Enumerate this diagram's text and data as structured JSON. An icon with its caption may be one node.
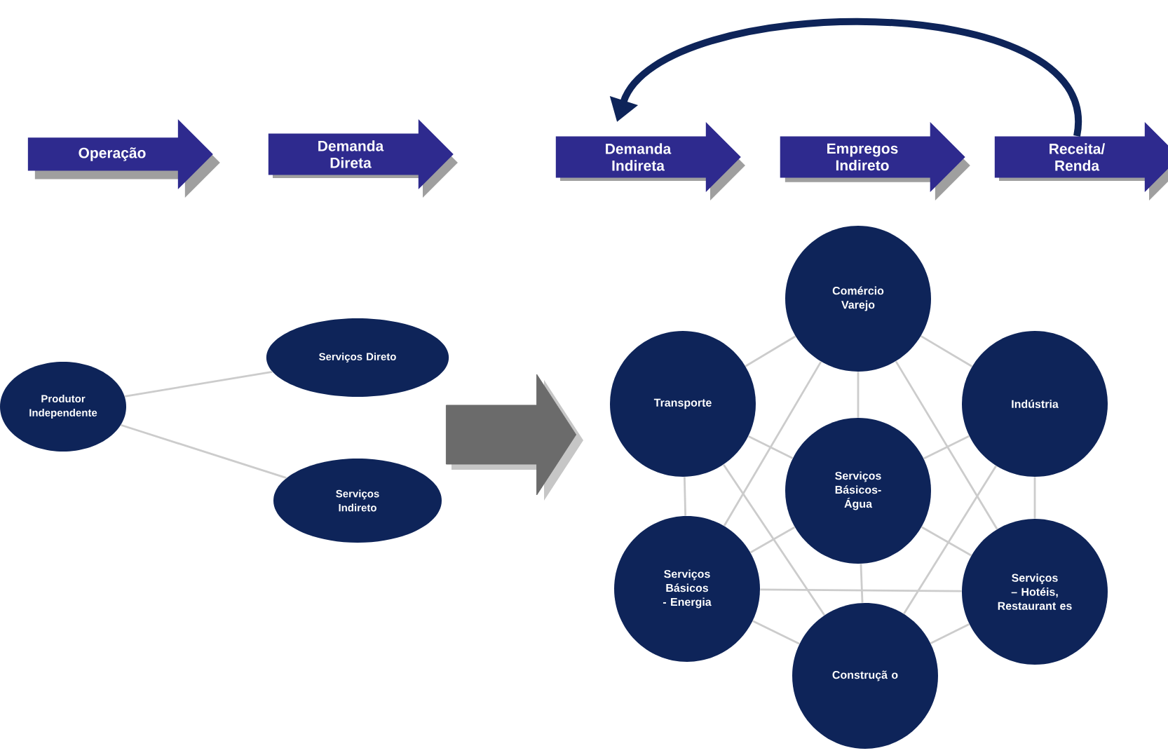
{
  "diagram": {
    "nodes": [
      {
        "text": [
          "Operação"
        ]
      },
      {
        "text": [
          "Demanda Direta"
        ]
      },
      {
        "text": [
          "Demanda Indireta"
        ]
      },
      {
        "text": [
          "Empregos Indireto"
        ]
      },
      {
        "text": [
          "Receita/ Renda"
        ]
      },
      {
        "text": [
          "Produtor Independente"
        ]
      },
      {
        "text": [
          "Serviços Direto"
        ]
      },
      {
        "text": [
          "Serviços Indireto"
        ]
      },
      {
        "text": [
          "Comércio Varejo"
        ]
      },
      {
        "text": [
          "Transporte"
        ]
      },
      {
        "text": [
          "Indústria"
        ]
      },
      {
        "text": [
          "Serviços Básicos- Água"
        ]
      },
      {
        "text": [
          "Serviços Básicos - Energia"
        ]
      },
      {
        "text": [
          "Serviços – Hotéis, Restaurant es"
        ]
      },
      {
        "text": [
          "Construçã o"
        ]
      }
    ],
    "edges": [
      {
        "from": 4,
        "to": 2,
        "arrow": "to",
        "style": "thick",
        "color": "#0e2459"
      },
      {
        "from": 7,
        "to": 9,
        "arrow": "to",
        "style": "thick",
        "color": "#6b6b6b"
      },
      {
        "from": 5,
        "to": 6,
        "arrow": "none"
      },
      {
        "from": 5,
        "to": 7,
        "arrow": "none"
      },
      {
        "from": 8,
        "to": 9,
        "arrow": "none"
      },
      {
        "from": 8,
        "to": 10,
        "arrow": "none"
      },
      {
        "from": 8,
        "to": 11,
        "arrow": "none"
      },
      {
        "from": 8,
        "to": 12,
        "arrow": "none"
      },
      {
        "from": 8,
        "to": 13,
        "arrow": "none"
      },
      {
        "from": 9,
        "to": 11,
        "arrow": "none"
      },
      {
        "from": 9,
        "to": 12,
        "arrow": "none"
      },
      {
        "from": 9,
        "to": 14,
        "arrow": "none"
      },
      {
        "from": 10,
        "to": 11,
        "arrow": "none"
      },
      {
        "from": 10,
        "to": 13,
        "arrow": "none"
      },
      {
        "from": 10,
        "to": 14,
        "arrow": "none"
      },
      {
        "from": 11,
        "to": 12,
        "arrow": "none"
      },
      {
        "from": 11,
        "to": 13,
        "arrow": "none"
      },
      {
        "from": 11,
        "to": 14,
        "arrow": "none"
      },
      {
        "from": 12,
        "to": 13,
        "arrow": "none"
      },
      {
        "from": 12,
        "to": 14,
        "arrow": "none"
      },
      {
        "from": 13,
        "to": 14,
        "arrow": "none"
      }
    ]
  }
}
